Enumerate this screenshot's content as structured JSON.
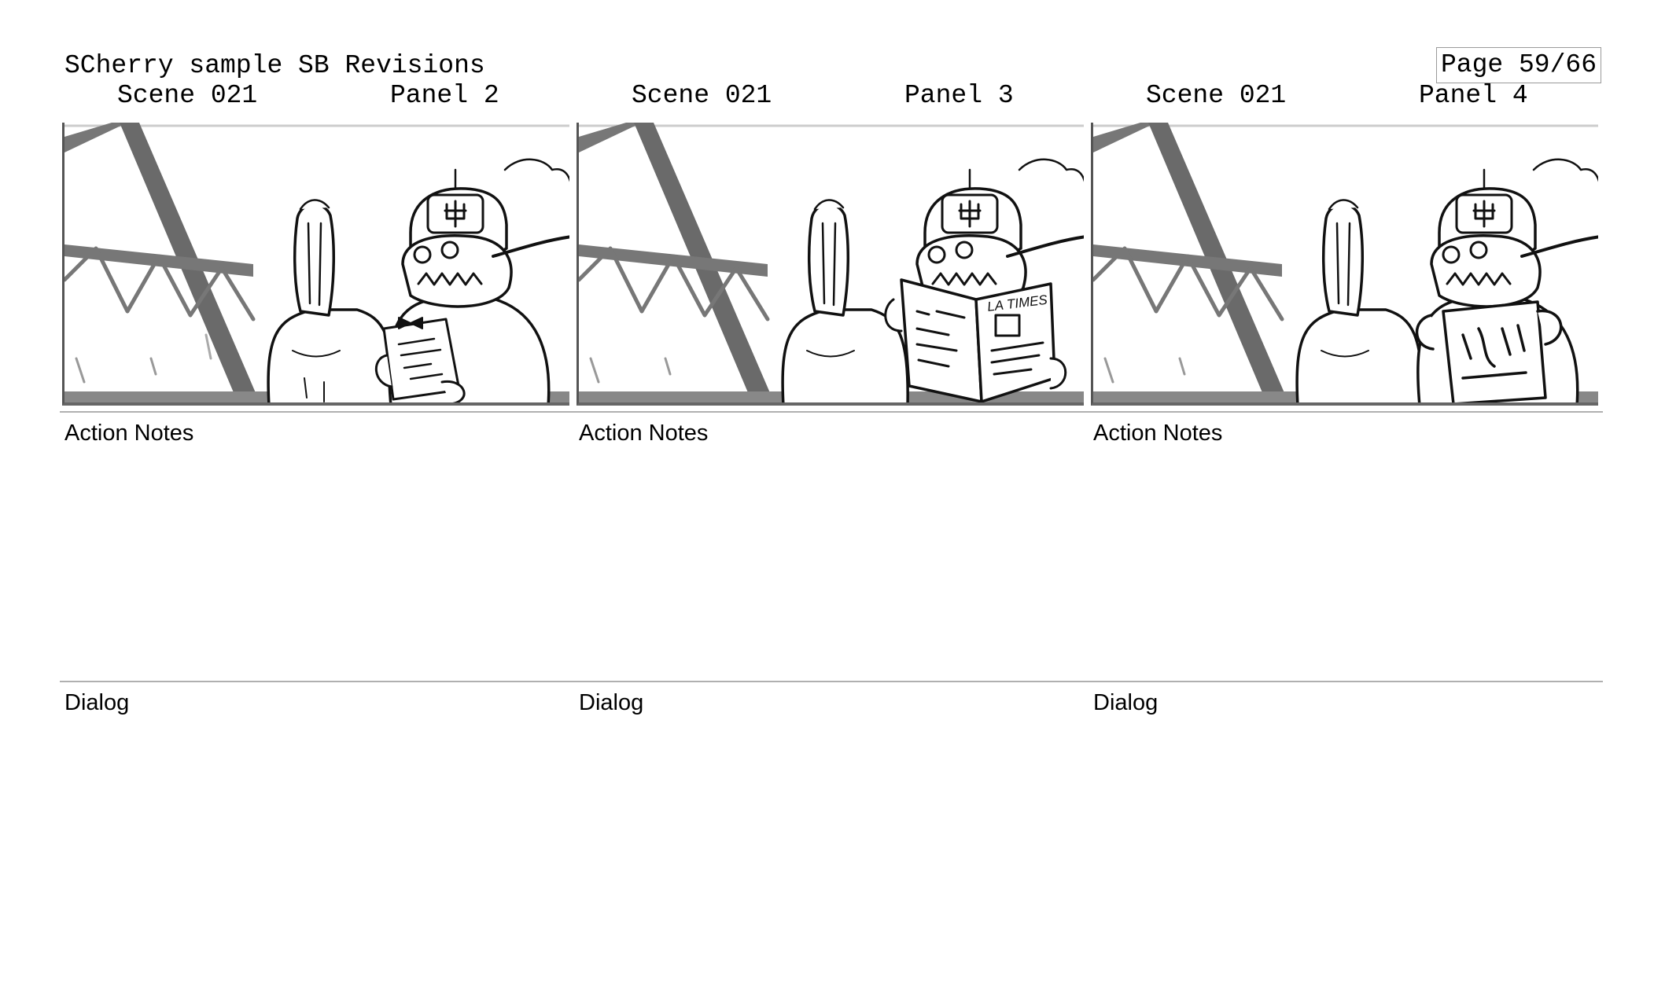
{
  "header": {
    "title": "SCherry sample SB Revisions",
    "page": "Page 59/66"
  },
  "panels": [
    {
      "scene": "Scene 021",
      "panel": "Panel 2",
      "action_label": "Action Notes",
      "dialog_label": "Dialog",
      "drawing": "fish characters, one holding a small menu card"
    },
    {
      "scene": "Scene 021",
      "panel": "Panel 3",
      "action_label": "Action Notes",
      "dialog_label": "Dialog",
      "drawing": "fish characters, one reading an open newspaper",
      "newspaper_text": "LA TIMES"
    },
    {
      "scene": "Scene 021",
      "panel": "Panel 4",
      "action_label": "Action Notes",
      "dialog_label": "Dialog",
      "drawing": "fish characters, one holding a crumpled paper"
    }
  ]
}
